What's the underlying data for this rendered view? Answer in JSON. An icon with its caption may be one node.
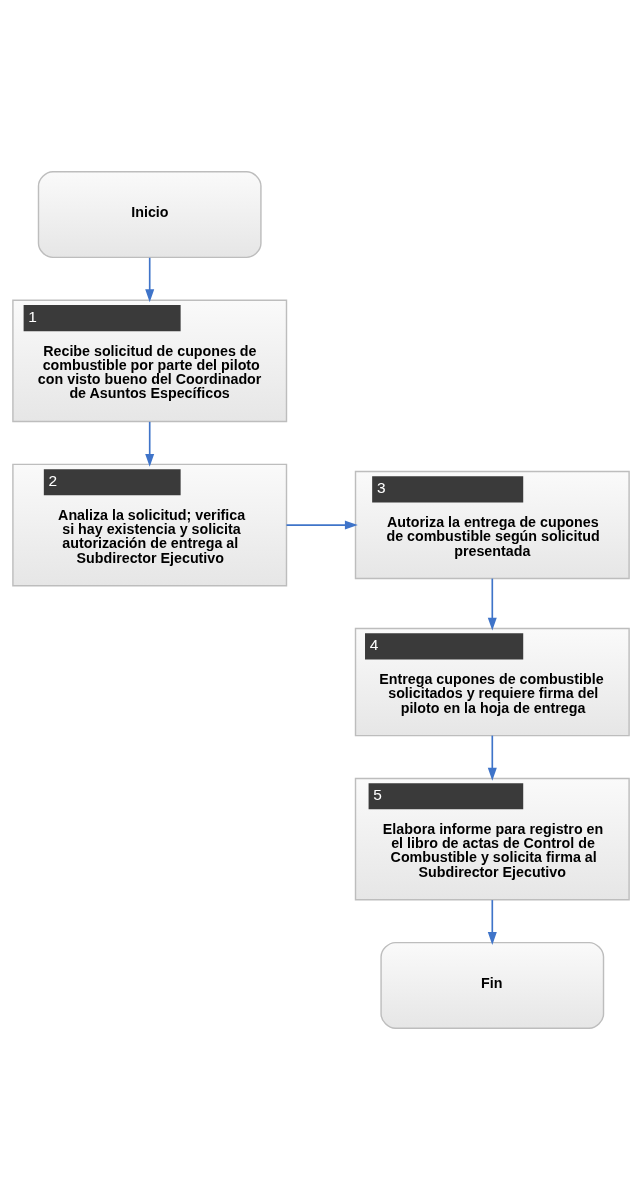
{
  "diagram": {
    "nodes": [
      {
        "text": [
          "Inicio"
        ]
      },
      {
        "text": [
          "1",
          "Recibe solicitud de cupones de combustible por parte del piloto con visto bueno del Coordinador de Asuntos Específicos"
        ]
      },
      {
        "text": [
          "2",
          "Analiza la solicitud; verifica si hay existencia y solicita autorización de entrega al Subdirector Ejecutivo"
        ]
      },
      {
        "text": [
          "3",
          "Autoriza la entrega de cupones de combustible según solicitud presentada"
        ]
      },
      {
        "text": [
          "4",
          "Entrega cupones de combustible solicitados y requiere firma del piloto en la hoja de entrega"
        ]
      },
      {
        "text": [
          "5",
          "Elabora informe para registro en el libro de actas de Control de Combustible y solicita firma al Subdirector Ejecutivo"
        ]
      },
      {
        "text": [
          "Fin"
        ]
      }
    ],
    "edges": [
      {
        "from": 0,
        "to": 1,
        "arrow": "to"
      },
      {
        "from": 1,
        "to": 2,
        "arrow": "to"
      },
      {
        "from": 2,
        "to": 3,
        "arrow": "to"
      },
      {
        "from": 3,
        "to": 4,
        "arrow": "to"
      },
      {
        "from": 4,
        "to": 5,
        "arrow": "to"
      },
      {
        "from": 5,
        "to": 6,
        "arrow": "to"
      }
    ]
  }
}
